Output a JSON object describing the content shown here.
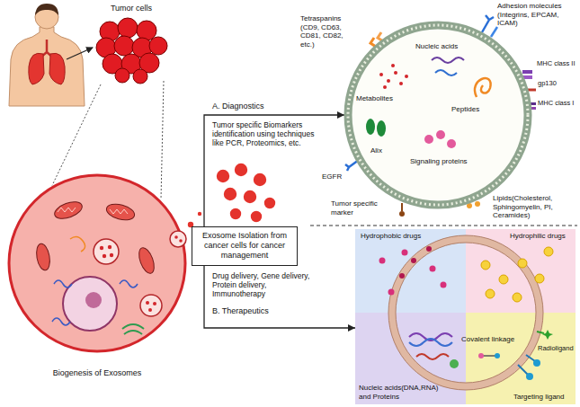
{
  "diagram": {
    "nodes": [
      {
        "text": [
          "Tumor cells"
        ]
      },
      {
        "text": [
          "Biogenesis of Exosomes"
        ]
      },
      {
        "text": [
          "Exosome Isolation from cancer cells for cancer management"
        ]
      },
      {
        "text": [
          "Nucleic acids",
          "Metabolites",
          "Peptides",
          "Alix",
          "Signaling proteins"
        ]
      },
      {
        "text": [
          "Hydrophobic drugs",
          "Hydrophilic drugs",
          "Nucleic acids(DNA,RNA) and Proteins",
          "Targeting ligand",
          "Radioligand",
          "Covalent linkage"
        ]
      }
    ],
    "edges": [
      {
        "from": 0,
        "to": 1,
        "arrow": "none"
      },
      {
        "from": 2,
        "to": 3,
        "arrow": "to"
      },
      {
        "from": 2,
        "to": 4,
        "arrow": "to"
      }
    ],
    "labels": [
      "A. Diagnostics",
      "Tumor specific Biomarkers identification using techniques like PCR, Proteomics, etc.",
      "B. Therapeutics",
      "Drug delivery, Gene delivery, Protein delivery, Immunotherapy",
      "Tetraspanins (CD9, CD63, CD81, CD82, etc.)",
      "Adhesion molecules (Integrins, EPCAM, ICAM)",
      "MHC class II",
      "gp130",
      "MHC class I",
      "EGFR",
      "Tumor specific marker",
      "Lipids(Cholesterol, Sphingomyelin, PI, Ceramides)"
    ]
  }
}
